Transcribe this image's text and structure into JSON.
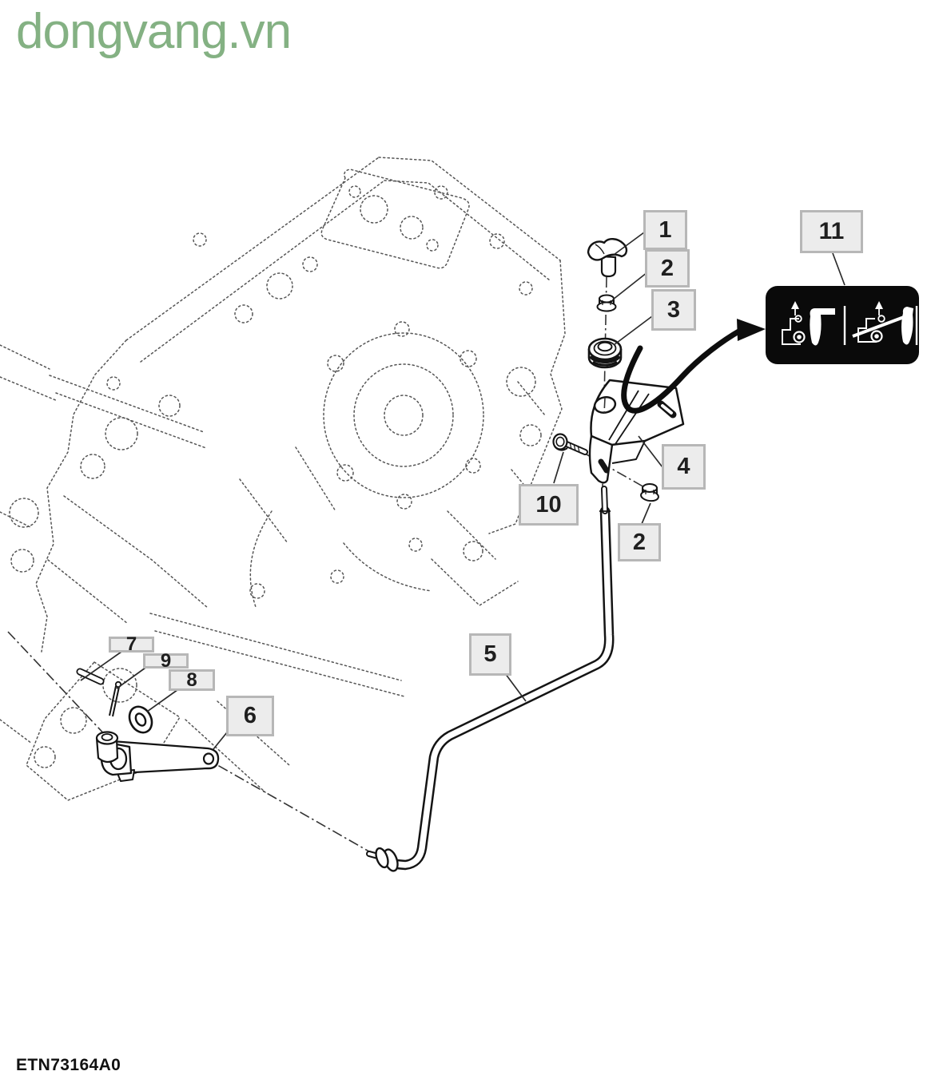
{
  "watermark": {
    "text": "dongvang.vn"
  },
  "figure": {
    "code": "ETN73164A0"
  },
  "callouts": [
    {
      "id": "part-1",
      "label": "1"
    },
    {
      "id": "part-2-upper",
      "label": "2"
    },
    {
      "id": "part-3",
      "label": "3"
    },
    {
      "id": "part-11",
      "label": "11"
    },
    {
      "id": "part-4",
      "label": "4"
    },
    {
      "id": "part-10",
      "label": "10"
    },
    {
      "id": "part-2-lower",
      "label": "2"
    },
    {
      "id": "part-5",
      "label": "5"
    },
    {
      "id": "part-7",
      "label": "7"
    },
    {
      "id": "part-9",
      "label": "9"
    },
    {
      "id": "part-8",
      "label": "8"
    },
    {
      "id": "part-6",
      "label": "6"
    }
  ],
  "decal": {
    "name": "shift-lever-instruction-decal",
    "icons": [
      "lever-engaged-icon",
      "lever-disengaged-icon"
    ]
  },
  "colors": {
    "watermark_green": "#84b183",
    "callout_fill": "#ececec",
    "callout_border": "#b7b7b7",
    "line_ink": "#141414",
    "engine_gray": "#555555",
    "decal_black": "#0a0a0a"
  }
}
